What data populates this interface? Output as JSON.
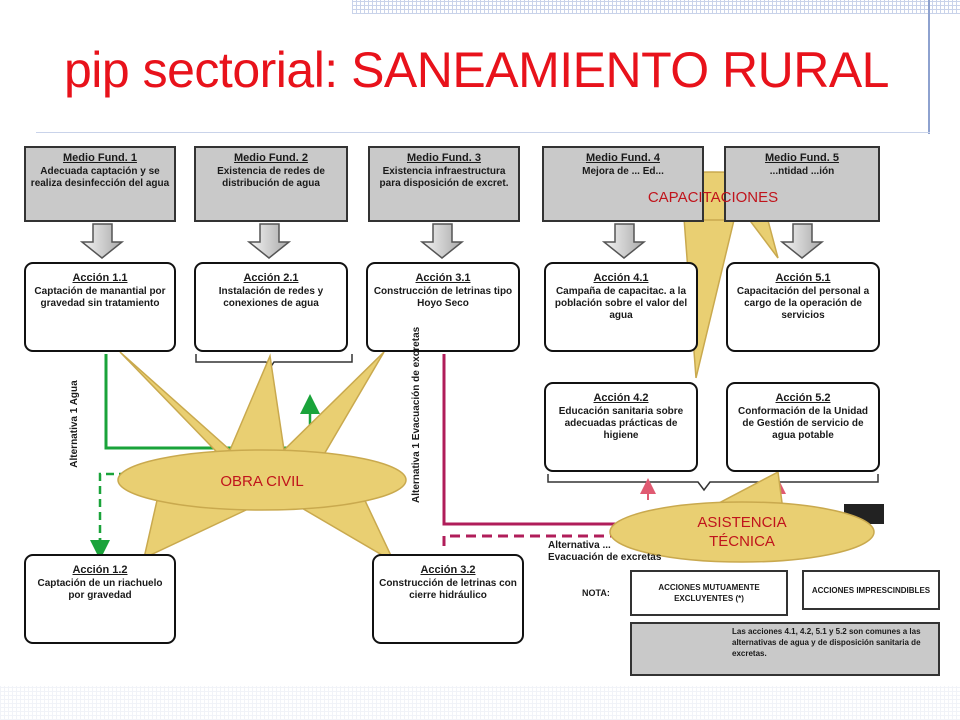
{
  "slide": {
    "title": "pip sectorial: SANEAMIENTO RURAL"
  },
  "medios": [
    {
      "heading": "Medio Fund. 1",
      "text": "Adecuada captación y se realiza desinfección del agua"
    },
    {
      "heading": "Medio Fund. 2",
      "text": "Existencia de redes de distribución de agua"
    },
    {
      "heading": "Medio Fund. 3",
      "text": "Existencia infraestructura para disposición de excret."
    },
    {
      "heading": "Medio Fund. 4",
      "text": "Mejora de ... Ed..."
    },
    {
      "heading": "Medio Fund. 5",
      "text": "...ntidad ...ión"
    }
  ],
  "acciones": {
    "a11": {
      "heading": "Acción 1.1",
      "text": "Captación de manantial por gravedad sin tratamiento"
    },
    "a21": {
      "heading": "Acción 2.1",
      "text": "Instalación de redes y conexiones de agua"
    },
    "a31": {
      "heading": "Acción 3.1",
      "text": "Construcción de letrinas tipo Hoyo Seco"
    },
    "a41": {
      "heading": "Acción 4.1",
      "text": "Campaña de capacitac. a la población sobre el valor del agua"
    },
    "a51": {
      "heading": "Acción 5.1",
      "text": "Capacitación del personal a cargo de la operación de servicios"
    },
    "a42": {
      "heading": "Acción 4.2",
      "text": "Educación sanitaria sobre adecuadas prácticas de higiene"
    },
    "a52": {
      "heading": "Acción 5.2",
      "text": "Conformación de la Unidad de Gestión de servicio de agua potable"
    },
    "a12": {
      "heading": "Acción 1.2",
      "text": "Captación de un riachuelo por gravedad"
    },
    "a32": {
      "heading": "Acción 3.2",
      "text": "Construcción de letrinas con cierre hidráulico"
    }
  },
  "alternatives": {
    "alt1_agua": "Alternativa 1 Agua",
    "alt1_excretas": "Alternativa 1 Evacuación de excretas",
    "alt2_excretas": "Alternativa ... Evacuación de excretas"
  },
  "notes": {
    "label": "NOTA:",
    "mutually_exclusive": "ACCIONES MUTUAMENTE EXCLUYENTES (*)",
    "essential": "ACCIONES IMPRESCINDIBLES",
    "common_text": "Las acciones 4.1, 4.2, 5.1 y 5.2 son comunes a las alternativas de agua y de disposición sanitaria de excretas."
  },
  "callouts": {
    "capacitaciones": "CAPACITACIONES",
    "obra_civil": "OBRA CIVIL",
    "asistencia_tecnica": "ASISTENCIA TÉCNICA"
  },
  "colors": {
    "title": "#e8121b",
    "callout_fill": "#e9cf72",
    "callout_stroke": "#c9a94e",
    "callout_text": "#c0141c",
    "medio_fill": "#c9c9c9",
    "agua_line": "#1aa33a",
    "excretas_line": "#b01d5a",
    "common_arrow": "#e05a72"
  }
}
